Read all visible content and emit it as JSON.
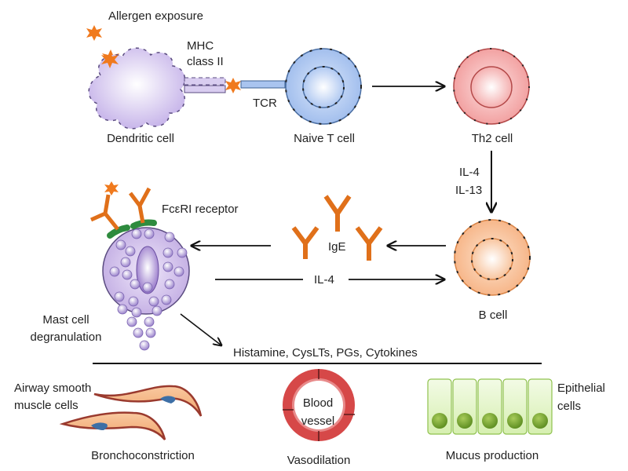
{
  "title": "Allergic asthma pathway",
  "labels": {
    "allergen_exposure": "Allergen exposure",
    "mhc_line1": "MHC",
    "mhc_line2": "class II",
    "tcr": "TCR",
    "dendritic_cell": "Dendritic cell",
    "naive_t_cell": "Naive T cell",
    "th2_cell": "Th2 cell",
    "il4_il13_line1": "IL-4",
    "il4_il13_line2": "IL-13",
    "fceri_receptor": "FcεRI receptor",
    "ige": "IgE",
    "il4": "IL-4",
    "b_cell": "B cell",
    "mast_cell_line1": "Mast cell",
    "mast_cell_line2": "degranulation",
    "mediators": "Histamine, CysLTs, PGs, Cytokines",
    "airway_line1": "Airway smooth",
    "airway_line2": "muscle cells",
    "blood_line1": "Blood",
    "blood_line2": "vessel",
    "epithelial_line1": "Epithelial",
    "epithelial_line2": "cells",
    "bronchoconstriction": "Bronchoconstriction",
    "vasodilation": "Vasodilation",
    "mucus_production": "Mucus production"
  },
  "colors": {
    "allergen": "#f07a1e",
    "dendritic": "#d6c8ef",
    "naive_t": "#a9c4ef",
    "th2": "#f4a7a7",
    "b_cell": "#f8c39b",
    "mast": "#cbb8e6",
    "ige": "#e0701a",
    "receptor": "#2e8b3e",
    "muscle": "#f5b27a",
    "muscle_border": "#9a3a2e",
    "vessel": "#d64848",
    "epithelial": "#e4f5c8",
    "epithelial_nucleus": "#6a9a2a"
  }
}
